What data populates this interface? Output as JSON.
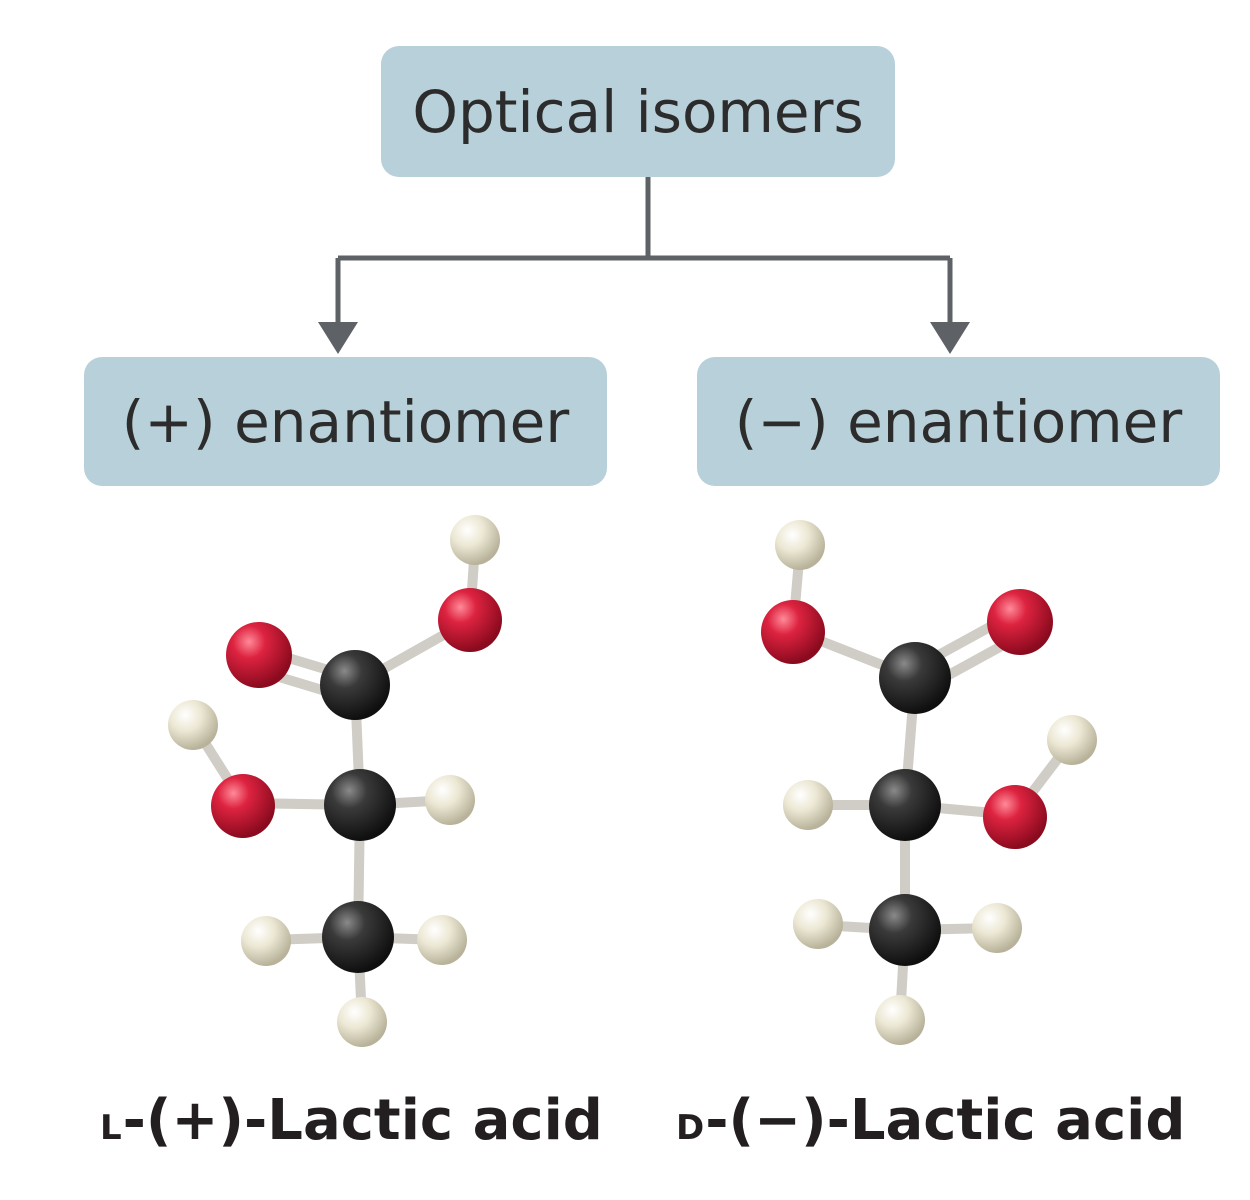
{
  "title": "Optical isomers",
  "branches": [
    {
      "label": "(+) enantiomer",
      "name_prefix": "L",
      "name_rest": "-(+)-Lactic acid"
    },
    {
      "label": "(−) enantiomer",
      "name_prefix": "D",
      "name_rest": "-(−)-Lactic acid"
    }
  ],
  "colors": {
    "box_fill": "#b8d0d9",
    "connector": "#5e6266",
    "carbon": "#2f2f2f",
    "oxygen": "#d3203a",
    "hydrogen": "#ece8d4",
    "bond": "#cdcbc4"
  }
}
